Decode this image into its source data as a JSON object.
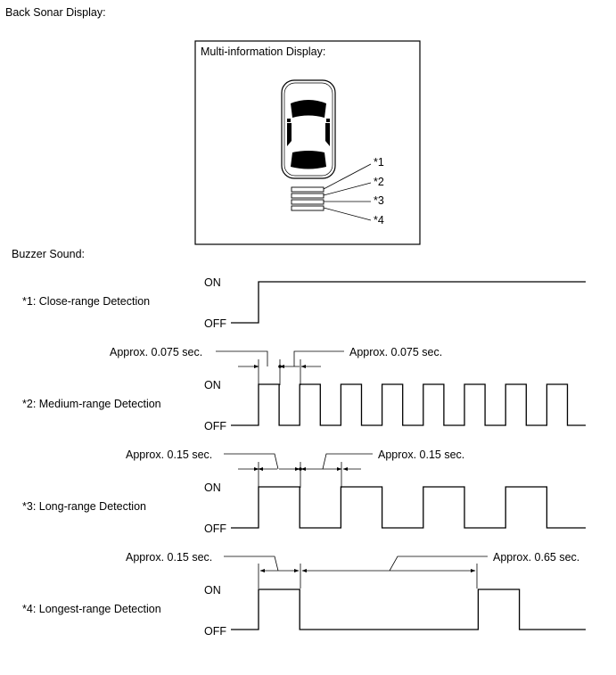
{
  "titles": {
    "back_sonar": "Back Sonar Display:",
    "mid": "Multi-information Display:",
    "buzzer": "Buzzer Sound:"
  },
  "display_markers": [
    "*1",
    "*2",
    "*3",
    "*4"
  ],
  "timing": {
    "medium_on": "Approx. 0.075 sec.",
    "medium_off": "Approx. 0.075 sec.",
    "long_on": "Approx. 0.15 sec.",
    "long_off": "Approx. 0.15 sec.",
    "longest_on": "Approx. 0.15 sec.",
    "longest_off": "Approx. 0.65 sec."
  },
  "on_label": "ON",
  "off_label": "OFF",
  "detections": [
    {
      "label": "*1: Close-range Detection",
      "pattern": "continuous"
    },
    {
      "label": "*2: Medium-range Detection",
      "pattern": "pulse",
      "on_sec": 0.075,
      "off_sec": 0.075
    },
    {
      "label": "*3: Long-range Detection",
      "pattern": "pulse",
      "on_sec": 0.15,
      "off_sec": 0.15
    },
    {
      "label": "*4: Longest-range Detection",
      "pattern": "pulse",
      "on_sec": 0.15,
      "off_sec": 0.65
    }
  ]
}
